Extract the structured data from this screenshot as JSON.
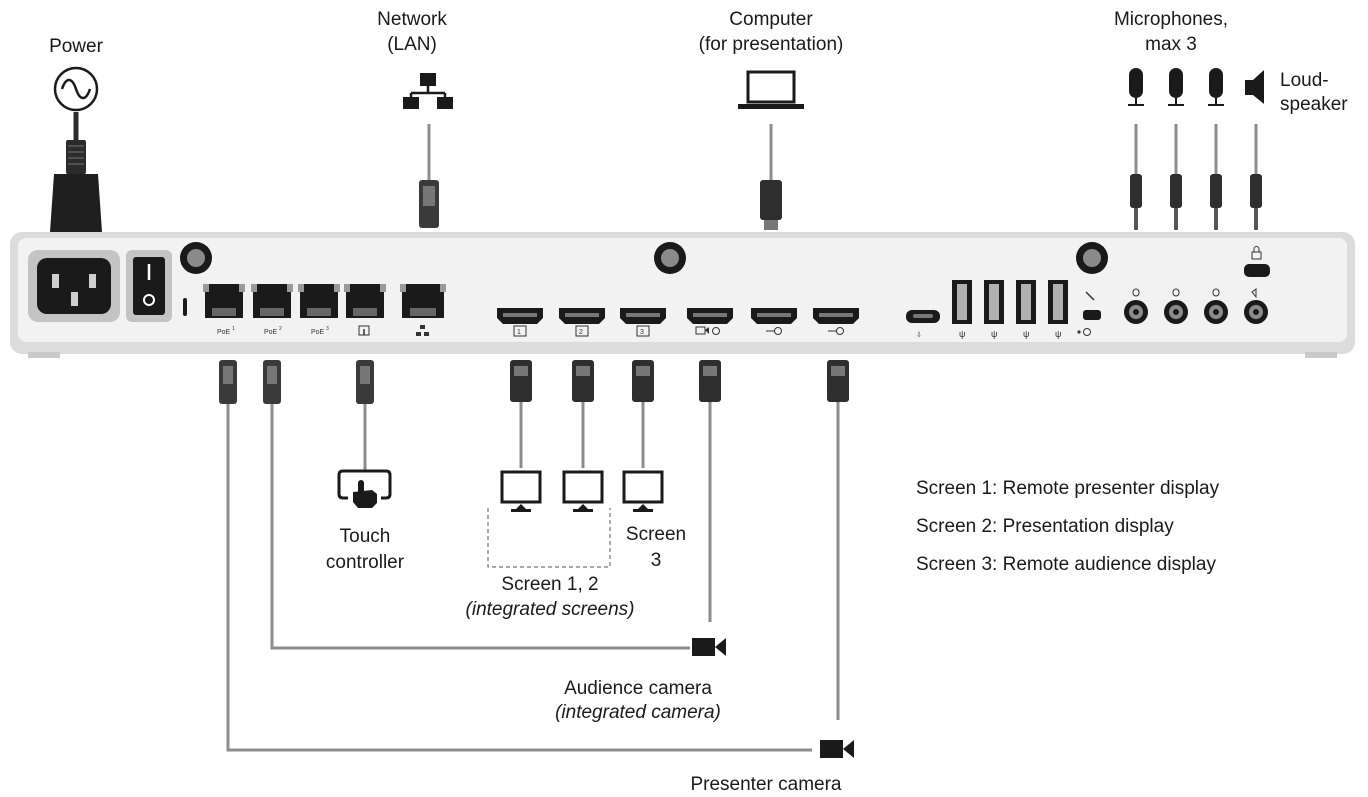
{
  "labels": {
    "power": "Power",
    "network_line1": "Network",
    "network_line2": "(LAN)",
    "computer_line1": "Computer",
    "computer_line2": "(for presentation)",
    "microphones_line1": "Microphones,",
    "microphones_line2": "max 3",
    "loudspeaker_line1": "Loud-",
    "loudspeaker_line2": "speaker",
    "touch_line1": "Touch",
    "touch_line2": "controller",
    "screen3_line1": "Screen",
    "screen3_line2": "3",
    "screen12_line1": "Screen 1, 2",
    "screen12_line2": "(integrated screens)",
    "audience_line1": "Audience camera",
    "audience_line2": "(integrated camera)",
    "presenter": "Presenter camera"
  },
  "port_labels": {
    "poe1": "PoE",
    "poe2": "PoE",
    "poe3": "PoE",
    "poe1_sup": "1",
    "poe2_sup": "2",
    "poe3_sup": "3",
    "hdmi_out1": "1",
    "hdmi_out2": "2",
    "hdmi_out3": "3"
  },
  "legend": [
    "Screen 1: Remote presenter display",
    "Screen 2: Presentation display",
    "Screen 3: Remote audience display"
  ]
}
